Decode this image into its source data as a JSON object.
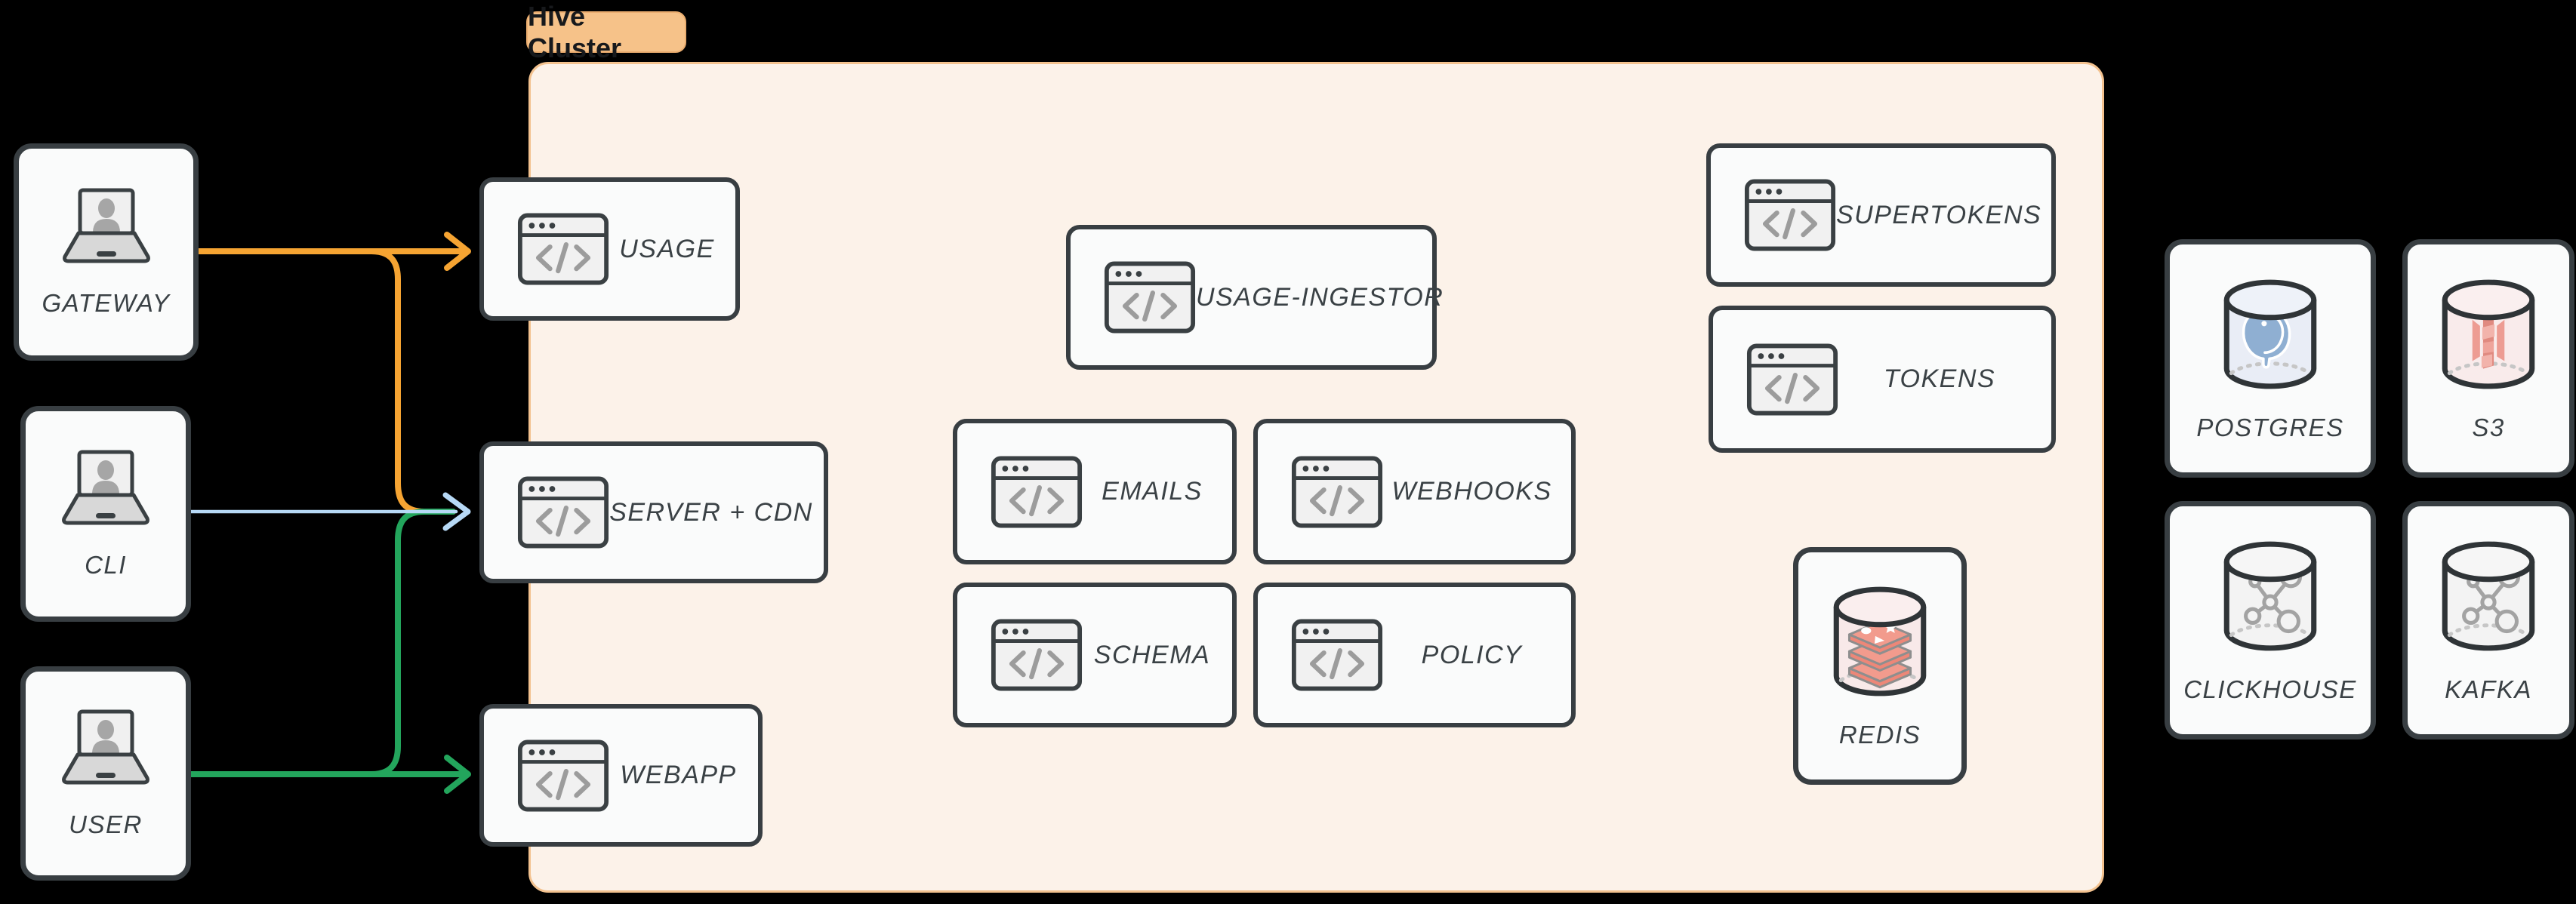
{
  "cluster": {
    "label": "Hive Cluster"
  },
  "clients": [
    {
      "label": "GATEWAY"
    },
    {
      "label": "CLI"
    },
    {
      "label": "USER"
    }
  ],
  "services": {
    "usage": "USAGE",
    "server_cdn": "SERVER + CDN",
    "webapp": "WEBAPP",
    "usage_ingestor": "USAGE-INGESTOR",
    "emails": "EMAILS",
    "webhooks": "WEBHOOKS",
    "schema": "SCHEMA",
    "policy": "POLICY",
    "supertokens": "SUPERTOKENS",
    "tokens": "TOKENS"
  },
  "datastores": {
    "redis": "REDIS",
    "postgres": "POSTGRES",
    "s3": "S3",
    "clickhouse": "CLICKHOUSE",
    "kafka": "KAFKA"
  },
  "edges": [
    {
      "from": "GATEWAY",
      "to": "USAGE",
      "color": "orange"
    },
    {
      "from": "GATEWAY",
      "to": "SERVER + CDN",
      "color": "orange"
    },
    {
      "from": "CLI",
      "to": "SERVER + CDN",
      "color": "blue"
    },
    {
      "from": "USER",
      "to": "SERVER + CDN",
      "color": "green"
    },
    {
      "from": "USER",
      "to": "WEBAPP",
      "color": "green"
    }
  ],
  "colors": {
    "background": "#000000",
    "cluster_fill": "#FCF2E9",
    "cluster_border": "#F3C28F",
    "cluster_label_bg": "#F6C289",
    "box_fill": "#FAFBFB",
    "box_border": "#383E42",
    "text": "#3A4145",
    "arrow_orange": "#F6A432",
    "arrow_blue": "#B7D9F6",
    "arrow_green": "#23A55C"
  }
}
